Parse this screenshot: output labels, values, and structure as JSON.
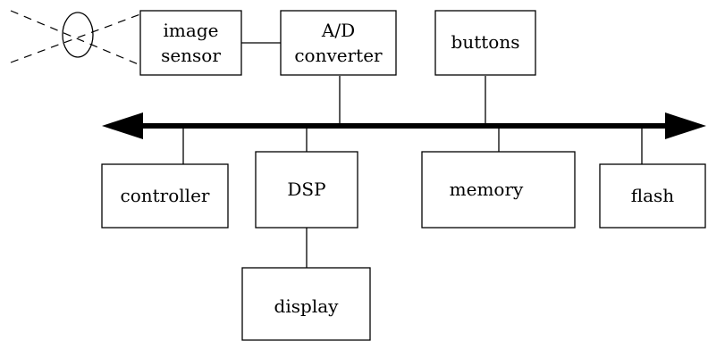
{
  "blocks": {
    "image_sensor": [
      "image",
      "sensor"
    ],
    "ad_converter": [
      "A/D",
      "converter"
    ],
    "buttons": "buttons",
    "controller": "controller",
    "dsp": "DSP",
    "memory": "memory",
    "flash": "flash",
    "display": "display"
  },
  "icons": {
    "lens": "lens-icon",
    "bus": "bidirectional-bus-arrow"
  },
  "colors": {
    "stroke": "#000000",
    "background": "#ffffff"
  }
}
